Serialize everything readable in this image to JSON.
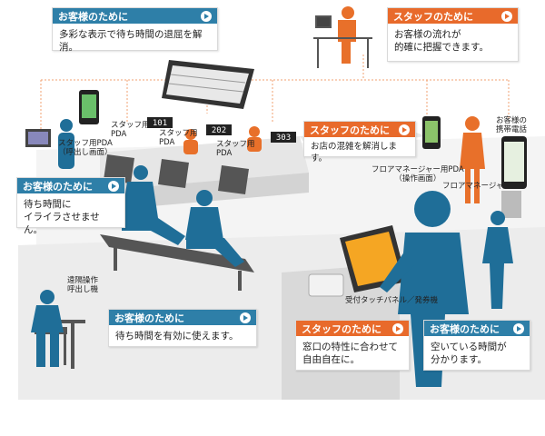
{
  "callouts": {
    "top_customer": {
      "header": "お客様のために",
      "body": "多彩な表示で待ち時間の退屈を解消。"
    },
    "top_staff": {
      "header": "スタッフのために",
      "body": "お客様の流れが\n的確に把握できます。"
    },
    "mid_staff": {
      "header": "スタッフのために",
      "body": "お店の混雑を解消します。"
    },
    "left_customer": {
      "header": "お客様のために",
      "body": "待ち時間に\nイライラさせません。"
    },
    "bottom_left_customer": {
      "header": "お客様のために",
      "body": "待ち時間を有効に使えます。"
    },
    "bottom_staff": {
      "header": "スタッフのために",
      "body": "窓口の特性に合わせて\n自由自在に。"
    },
    "bottom_right_customer": {
      "header": "お客様のために",
      "body": "空いている時間が\n分かります。"
    }
  },
  "labels": {
    "staff_pda_call": "スタッフ用PDA\n（呼出し画面）",
    "staff_pda_1": "スタッフ用\nPDA",
    "staff_pda_2": "スタッフ用\nPDA",
    "staff_pda_3": "スタッフ用\nPDA",
    "floor_manager_pda": "フロアマネージャー用PDA\n（操作画面）",
    "floor_manager": "フロアマネージャー",
    "customer_phone": "お客様の\n携帯電話",
    "remote_pager": "遠隔操作\n呼出し機",
    "reception_panel": "受付タッチパネル／発券機"
  },
  "counter_numbers": [
    "101",
    "202",
    "303"
  ],
  "colors": {
    "customer": "#2e7fa8",
    "staff": "#e86a2b",
    "silhouette": "#1f6e98",
    "orange_figure": "#e8702a"
  }
}
